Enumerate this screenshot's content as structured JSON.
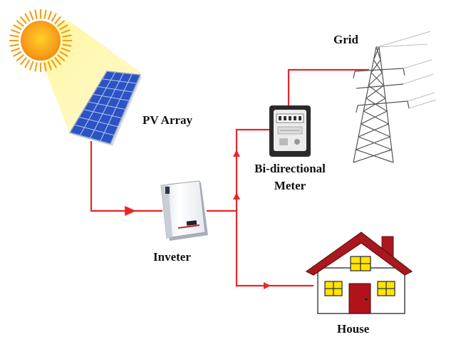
{
  "labels": {
    "pv_array": "PV Array",
    "grid": "Grid",
    "meter_line1": "Bi-directional",
    "meter_line2": "Meter",
    "inverter": "Inveter",
    "house": "House"
  },
  "colors": {
    "wire": "#e8262a",
    "sun": "#f7a21b",
    "sunbeam": "#fdf69a",
    "panel": "#2b53c4",
    "roof": "#a8191f",
    "wall": "#ffffff",
    "door": "#b0141a",
    "window": "#ffe400"
  },
  "icons": [
    "sun-icon",
    "solar-panel-icon",
    "transmission-tower-icon",
    "electric-meter-icon",
    "inverter-icon",
    "house-icon"
  ]
}
